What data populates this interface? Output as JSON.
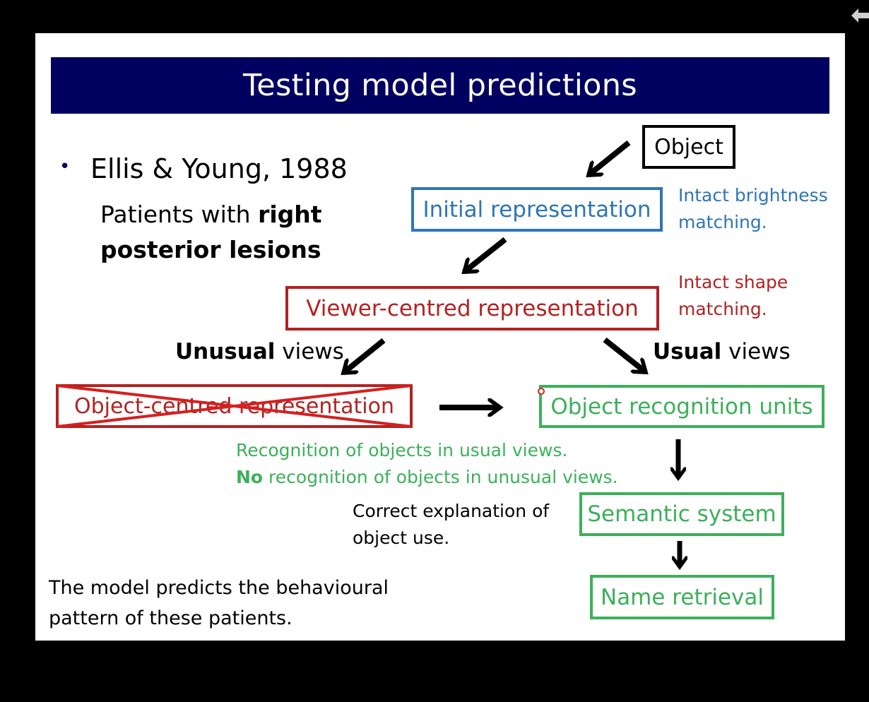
{
  "slide": {
    "title": "Testing model predictions",
    "bullet": "Ellis & Young, 1988",
    "patients_prefix": "Patients with ",
    "patients_bold_1": "right",
    "patients_bold_2": "posterior lesions",
    "conclusion_line1": "The model predicts the behavioural",
    "conclusion_line2": "pattern of these patients."
  },
  "diagram": {
    "object": "Object",
    "initial": "Initial representation",
    "initial_note_1": "Intact brightness",
    "initial_note_2": "matching.",
    "viewer": "Viewer-centred representation",
    "viewer_note_1": "Intact shape",
    "viewer_note_2": "matching.",
    "unusual_bold": "Unusual",
    "unusual_rest": " views",
    "usual_bold": "Usual",
    "usual_rest": " views",
    "object_centred": "Object-centred representation",
    "recognition_units": "Object recognition units",
    "recog_line1": "Recognition of objects in usual views.",
    "recog_line2_bold": "No",
    "recog_line2_rest": " recognition of objects in unusual views.",
    "semantic": "Semantic system",
    "semantic_note_1": "Correct explanation of",
    "semantic_note_2": "object use.",
    "name": "Name retrieval"
  },
  "colors": {
    "title_bar": "#000060",
    "blue": "#2e75b6",
    "red": "#b22222",
    "green": "#3cb05a",
    "black": "#000000"
  },
  "icons": {
    "back": "back-arrow-icon",
    "cross": "cross-out-icon"
  }
}
